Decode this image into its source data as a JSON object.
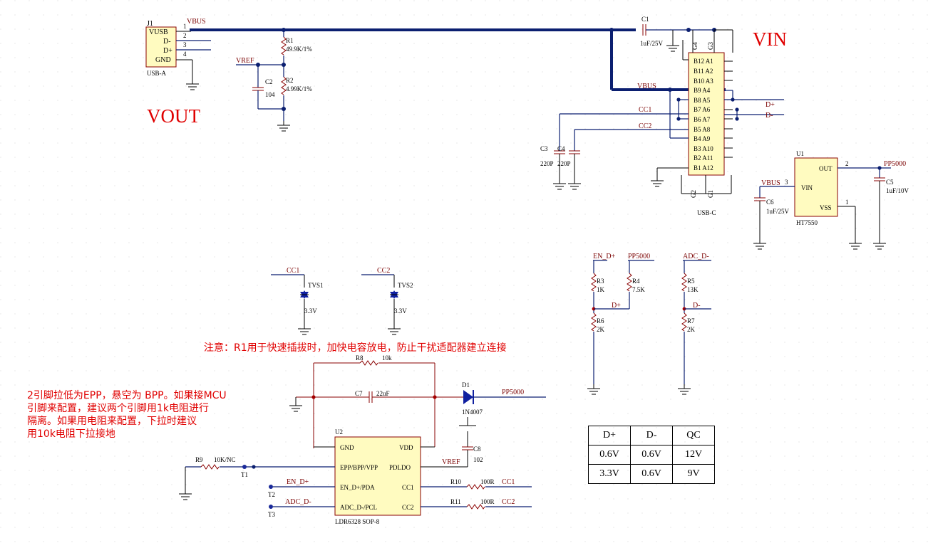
{
  "labels": {
    "vout": "VOUT",
    "vin": "VIN",
    "note_r1": "注意：R1用于快速插拔时，加快电容放电，防止干扰适配器建立连接",
    "note_epp_lines": [
      "2引脚拉低为EPP，悬空为 BPP。如果接MCU",
      "引脚来配置，建议两个引脚用1k电阻进行",
      "隔离。如果用电阻来配置，下拉时建议",
      "用10k电阻下拉接地"
    ]
  },
  "usb_a": {
    "ref": "J1",
    "name": "USB-A",
    "pins": [
      "VUSB",
      "D-",
      "D+",
      "GND"
    ],
    "pin_numbers": [
      "1",
      "2",
      "3",
      "4"
    ],
    "net": "VBUS"
  },
  "divider": {
    "vref_net": "VREF",
    "r1_ref": "R1",
    "r1_val": "49.9K/1%",
    "r2_ref": "R2",
    "r2_val": "4.99K/1%",
    "c2_ref": "C2",
    "c2_val": "104"
  },
  "usb_c": {
    "name": "USB-C",
    "c1_ref": "C1",
    "c1_val": "1uF/25V",
    "rows": [
      "B12 A1",
      "B11 A2",
      "B10 A3",
      "B9  A4",
      "B8  A5",
      "B7  A6",
      "B6  A7",
      "B5  A8",
      "B4  A9",
      "B3 A10",
      "B2 A11",
      "B1 A12"
    ],
    "top_pins": [
      "G4",
      "G3"
    ],
    "bottom_pins": [
      "G2",
      "G1"
    ],
    "nets": {
      "vbus": "VBUS",
      "cc1": "CC1",
      "cc2": "CC2",
      "dp": "D+",
      "dm": "D-"
    },
    "c3_ref": "C3",
    "c3_val": "220P",
    "c4_ref": "C4",
    "c4_val": "220P"
  },
  "ldo": {
    "ref": "U1",
    "name": "HT7550",
    "pin_vin": "VIN",
    "pin_out": "OUT",
    "pin_vss": "VSS",
    "num_vin": "3",
    "num_out": "2",
    "num_vss": "1",
    "in_net": "VBUS",
    "out_net": "PP5000",
    "c5_ref": "C5",
    "c5_val": "1uF/10V",
    "c6_ref": "C6",
    "c6_val": "1uF/25V"
  },
  "tvs": [
    {
      "net": "CC1",
      "ref": "TVS1",
      "val": "3.3V"
    },
    {
      "net": "CC2",
      "ref": "TVS2",
      "val": "3.3V"
    }
  ],
  "res_net": {
    "en_net": "EN_D+",
    "pp_net": "PP5000",
    "adc_net": "ADC_D-",
    "r3_ref": "R3",
    "r3_val": "1K",
    "r4_ref": "R4",
    "r4_val": "7.5K",
    "r5_ref": "R5",
    "r5_val": "13K",
    "r6_ref": "R6",
    "r6_val": "2K",
    "r7_ref": "R7",
    "r7_val": "2K",
    "dp": "D+",
    "dm": "D-"
  },
  "u2": {
    "ref": "U2",
    "name": "LDR6328 SOP-8",
    "left_pins": [
      "GND",
      "EPP/BPP/VPP",
      "EN_D+/PDA",
      "ADC_D-/PCL"
    ],
    "right_pins": [
      "VDD",
      "PDLDO",
      "CC1",
      "CC2"
    ],
    "r8_ref": "R8",
    "r8_val": "10k",
    "c7_ref": "C7",
    "c7_val": "22uF",
    "d1_ref": "D1",
    "d1_val": "1N4007",
    "out_net": "PP5000",
    "c8_ref": "C8",
    "c8_val": "102",
    "vref_net": "VREF",
    "r9_ref": "R9",
    "r9_val": "10K/NC",
    "r10_ref": "R10",
    "r10_val": "100R",
    "r10_net": "CC1",
    "r11_ref": "R11",
    "r11_val": "100R",
    "r11_net": "CC2",
    "t1": "T1",
    "t2": "T2",
    "t3": "T3",
    "t2_net": "EN_D+",
    "t3_net": "ADC_D-"
  },
  "qc_table": {
    "headers": [
      "D+",
      "D-",
      "QC"
    ],
    "rows": [
      [
        "0.6V",
        "0.6V",
        "12V"
      ],
      [
        "3.3V",
        "0.6V",
        "9V"
      ]
    ]
  }
}
